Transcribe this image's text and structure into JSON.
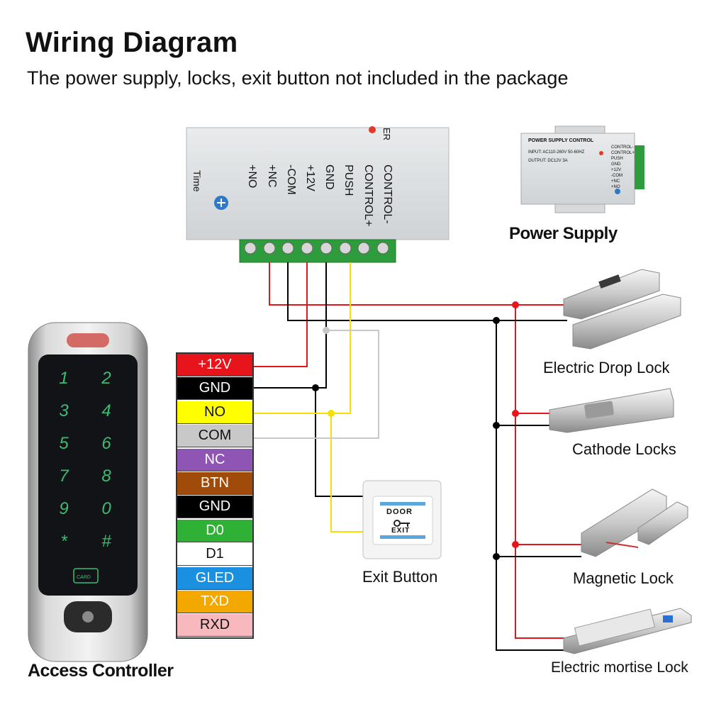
{
  "header": {
    "title": "Wiring Diagram",
    "subtitle": "The power supply, locks, exit button not included in the package"
  },
  "power_supply_terminals": {
    "labels": [
      "CONTROL-",
      "CONTROL+",
      "PUSH",
      "GND",
      "+12V",
      "-COM",
      "+NC",
      "+NO"
    ],
    "time_label": "Time",
    "corner_letters": "ER"
  },
  "power_supply_photo": {
    "title_text": "POWER SUPPLY CONTROL",
    "input_text": "INPUT: AC110-260V 50-60HZ",
    "output_text": "OUTPUT: DC12V  3A",
    "terminal_text": [
      "CONTROL-",
      "CONTROL+",
      "PUSH",
      "GND",
      "+12V",
      "-COM",
      "+NC",
      "+NO"
    ],
    "caption": "Power Supply"
  },
  "controller": {
    "wires": [
      {
        "label": "+12V",
        "bg": "#e8141c",
        "fg": "#ffffff"
      },
      {
        "label": "GND",
        "bg": "#000000",
        "fg": "#ffffff"
      },
      {
        "label": "NO",
        "bg": "#ffff00",
        "fg": "#111111"
      },
      {
        "label": "COM",
        "bg": "#c8c8c8",
        "fg": "#111111"
      },
      {
        "label": "NC",
        "bg": "#8e55b5",
        "fg": "#ffffff"
      },
      {
        "label": "BTN",
        "bg": "#a04b0a",
        "fg": "#ffffff"
      },
      {
        "label": "GND",
        "bg": "#000000",
        "fg": "#ffffff"
      },
      {
        "label": "D0",
        "bg": "#2eb135",
        "fg": "#ffffff"
      },
      {
        "label": "D1",
        "bg": "#ffffff",
        "fg": "#111111"
      },
      {
        "label": "GLED",
        "bg": "#1b8fe0",
        "fg": "#ffffff"
      },
      {
        "label": "TXD",
        "bg": "#f3a800",
        "fg": "#ffffff"
      },
      {
        "label": "RXD",
        "bg": "#f7b8be",
        "fg": "#111111"
      }
    ],
    "keypad_keys": [
      "1",
      "2",
      "3",
      "4",
      "5",
      "6",
      "7",
      "8",
      "9",
      "0",
      "*",
      "#"
    ],
    "card_text": "CARD",
    "caption": "Access Controller"
  },
  "exit_button": {
    "top_text": "DOOR",
    "bottom_text": "EXIT",
    "caption": "Exit Button"
  },
  "locks": [
    {
      "caption": "Electric Drop Lock"
    },
    {
      "caption": "Cathode Locks"
    },
    {
      "caption": "Magnetic Lock"
    },
    {
      "caption": "Electric mortise Lock"
    }
  ],
  "colors": {
    "positive_wire": "#e8141c",
    "ground_wire": "#000000",
    "no_wire": "#f5e000",
    "com_wire": "#c8c8c8"
  }
}
